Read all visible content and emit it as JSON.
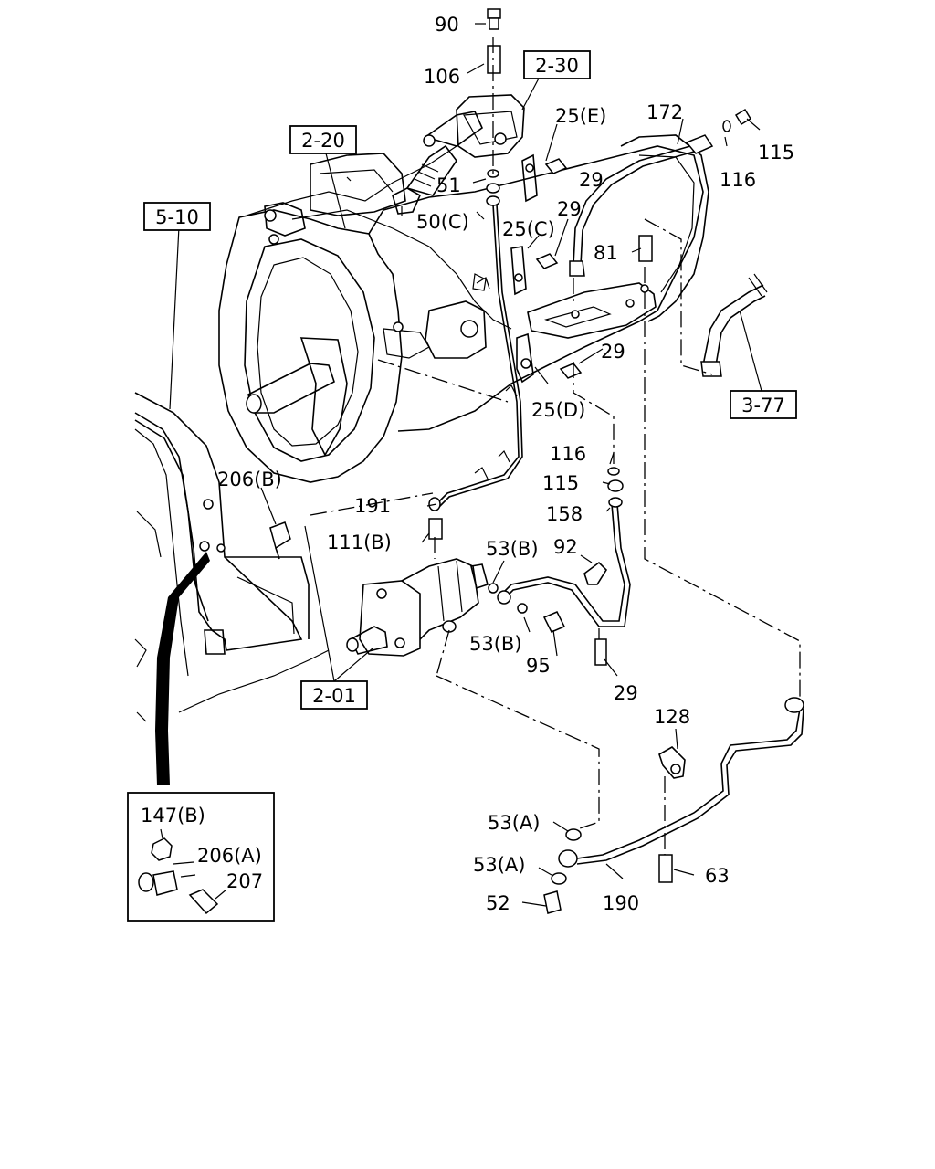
{
  "references": [
    "2-30",
    "2-20",
    "5-10",
    "3-77",
    "2-01"
  ],
  "callouts": [
    "90",
    "106",
    "25(E)",
    "172",
    "115",
    "116",
    "29",
    "51",
    "50(C)",
    "29",
    "25(C)",
    "81",
    "29",
    "25(D)",
    "116",
    "115",
    "158",
    "206(B)",
    "191",
    "111(B)",
    "53(B)",
    "92",
    "53(B)",
    "95",
    "29",
    "128",
    "53(A)",
    "53(A)",
    "52",
    "190",
    "63"
  ],
  "inset": {
    "callouts": [
      "147(B)",
      "206(A)",
      "207"
    ]
  }
}
